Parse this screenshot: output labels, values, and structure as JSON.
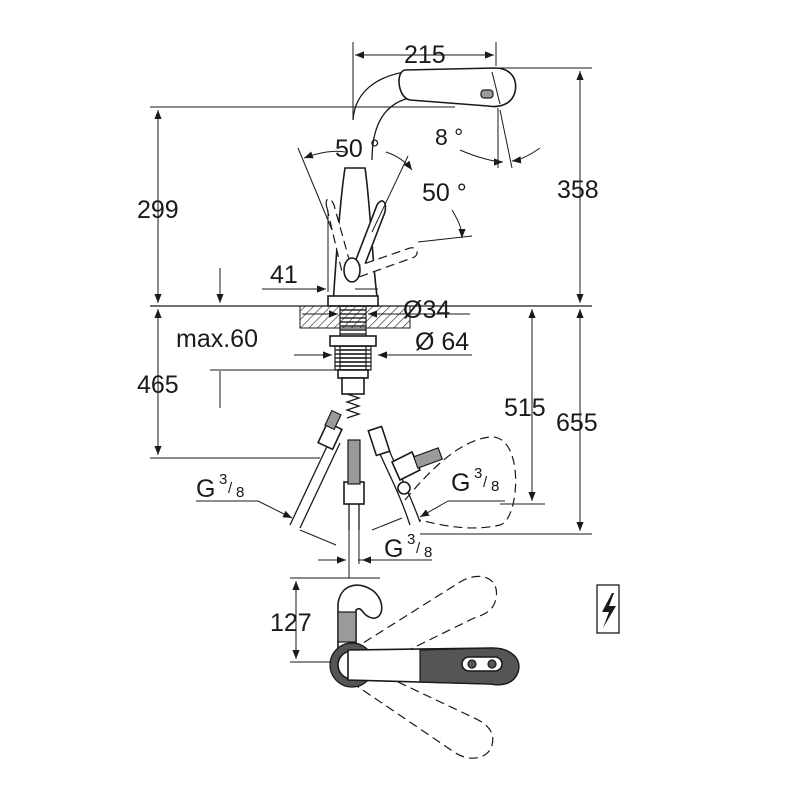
{
  "dimensions": {
    "spout_reach": "215",
    "height_to_outlet": "299",
    "total_height": "358",
    "swivel_left": "50 °",
    "swivel_right": "50 °",
    "head_tilt": "8 °",
    "handle_offset": "41",
    "base_dia": "Ø34",
    "hole_dia": "Ø 64",
    "max_thickness": "max.60",
    "hose_len_left": "465",
    "hose_len_right_a": "515",
    "hose_len_right_b": "655",
    "top_view_depth": "127"
  },
  "threads": [
    {
      "id": "left",
      "main": "G",
      "num": "3",
      "den": "8"
    },
    {
      "id": "right",
      "main": "G",
      "num": "3",
      "den": "8"
    },
    {
      "id": "center",
      "main": "G",
      "num": "3",
      "den": "8"
    }
  ],
  "symbols": {
    "electrical": "lightning-bolt"
  }
}
